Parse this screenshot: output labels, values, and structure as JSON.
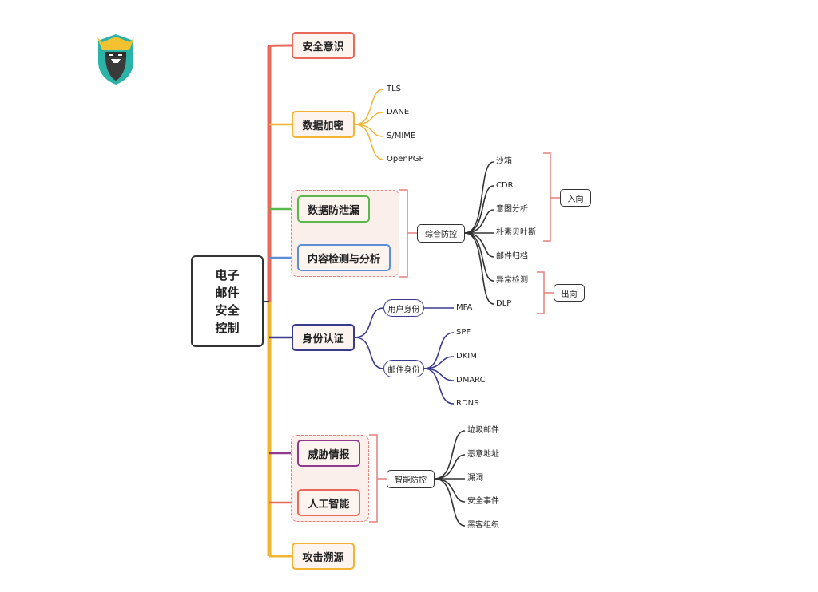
{
  "root": "电子邮件安全控制",
  "branches": {
    "awareness": "安全意识",
    "encryption": "数据加密",
    "dlp": "数据防泄漏",
    "content": "内容检测与分析",
    "auth": "身份认证",
    "threat_intel": "威胁情报",
    "ai": "人工智能",
    "traceback": "攻击溯源"
  },
  "encryption_items": [
    "TLS",
    "DANE",
    "S/MIME",
    "OpenPGP"
  ],
  "integrated_defense": {
    "label": "综合防控",
    "items": [
      "沙箱",
      "CDR",
      "意图分析",
      "朴素贝叶斯",
      "邮件归档",
      "异常检测",
      "DLP"
    ],
    "inbound": "入向",
    "outbound": "出向"
  },
  "auth": {
    "user_identity": "用户身份",
    "user_items": [
      "MFA"
    ],
    "mail_identity": "邮件身份",
    "mail_items": [
      "SPF",
      "DKIM",
      "DMARC",
      "RDNS"
    ]
  },
  "smart_defense": {
    "label": "智能防控",
    "items": [
      "垃圾邮件",
      "恶意地址",
      "漏洞",
      "安全事件",
      "黑客组织"
    ]
  },
  "colors": {
    "red": "#e8685a",
    "orange": "#f2b431",
    "green": "#5ab94c",
    "blue": "#5b8ed6",
    "navy": "#3b3b8c",
    "purple": "#8e3b8e",
    "dark": "#333333"
  }
}
